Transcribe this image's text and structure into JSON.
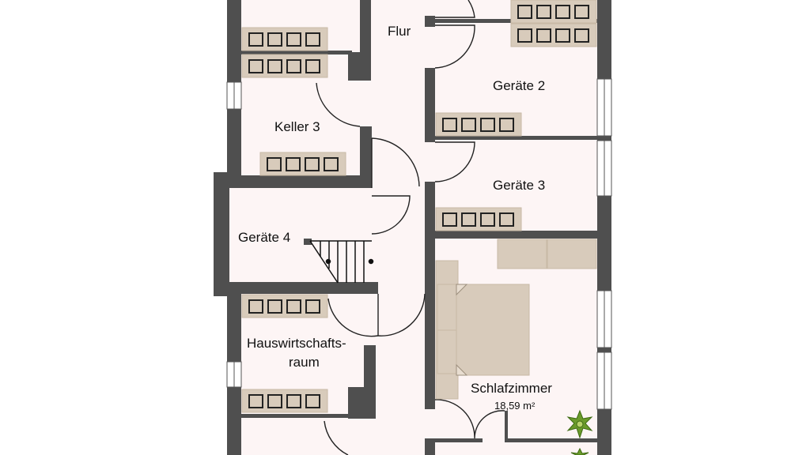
{
  "rooms": {
    "flur": "Flur",
    "geraete2": "Geräte 2",
    "keller3": "Keller 3",
    "geraete3": "Geräte 3",
    "geraete4": "Geräte 4",
    "hauswirtschaft_line1": "Hauswirtschafts-",
    "hauswirtschaft_line2": "raum",
    "schlafzimmer": "Schlafzimmer",
    "schlafzimmer_area": "18,59 m²"
  },
  "colors": {
    "wall": "#4f4f4f",
    "floor": "#fdf5f5",
    "furniture": "#d8cbbb"
  }
}
